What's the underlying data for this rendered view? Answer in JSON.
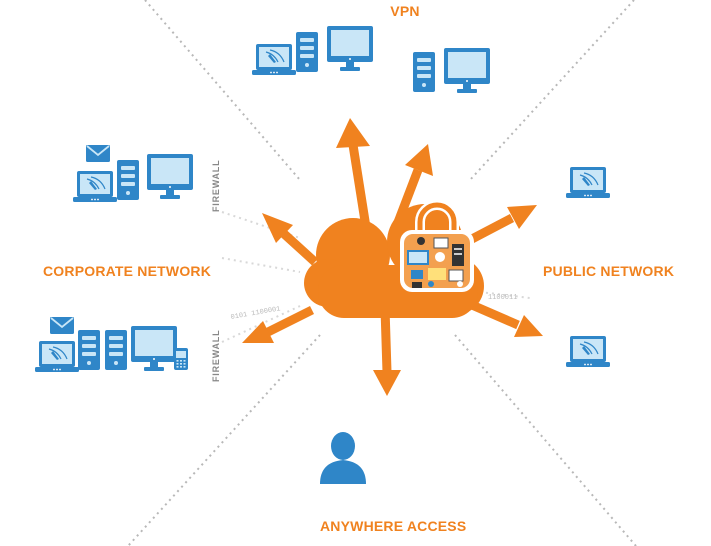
{
  "labels": {
    "vpn": "VPN",
    "corporate": "CORPORATE NETWORK",
    "public": "PUBLIC NETWORK",
    "anywhere": "ANYWHERE ACCESS",
    "firewall_top": "FIREWALL",
    "firewall_bottom": "FIREWALL"
  },
  "binary_strings": {
    "left": "0101 1100001",
    "right": "1100011"
  },
  "colors": {
    "accent": "#f0821f",
    "device_blue": "#2f86c8",
    "device_light": "#c9e6f7",
    "dotted_line": "#b8b8b8",
    "firewall_text": "#888888"
  },
  "icons": {
    "cloud": "cloud-icon",
    "lock": "padlock-icon",
    "laptop": "laptop-icon",
    "server": "server-tower-icon",
    "monitor": "desktop-monitor-icon",
    "envelope": "envelope-icon",
    "phone": "mobile-phone-icon",
    "person": "person-icon"
  }
}
